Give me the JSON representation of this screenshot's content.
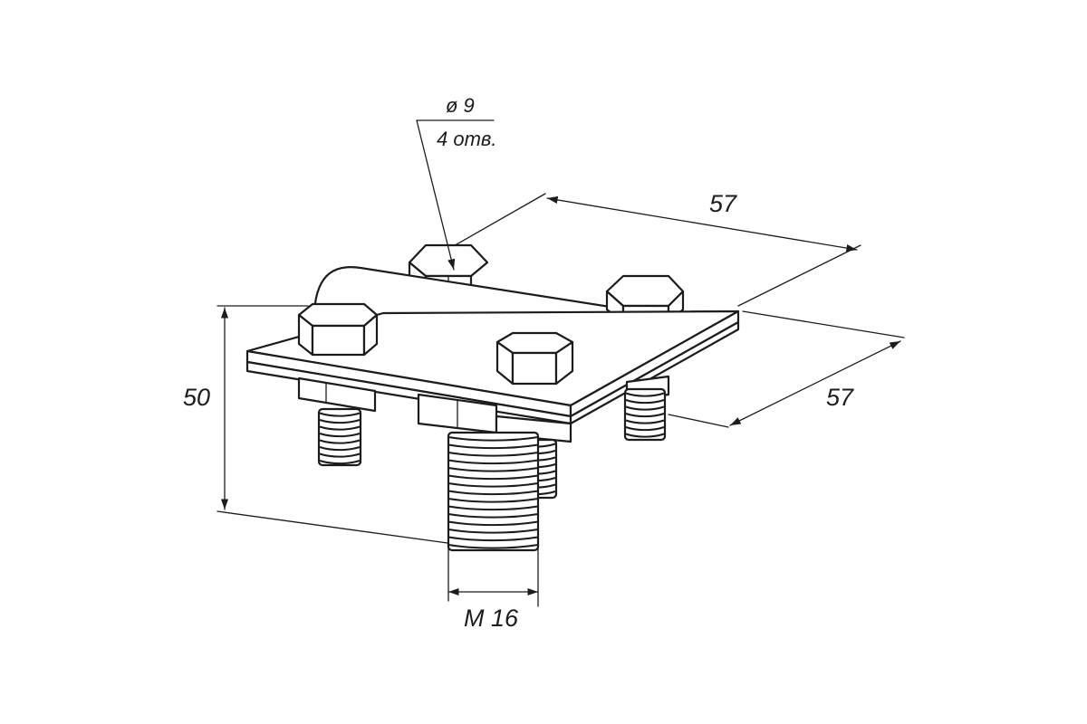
{
  "dimensions": {
    "length_top": "57",
    "length_side": "57",
    "height": "50",
    "thread": "M 16"
  },
  "hole_note": {
    "diameter": "ø 9",
    "count": "4 отв."
  },
  "colors": {
    "line": "#1c1c1c",
    "background": "#ffffff"
  }
}
